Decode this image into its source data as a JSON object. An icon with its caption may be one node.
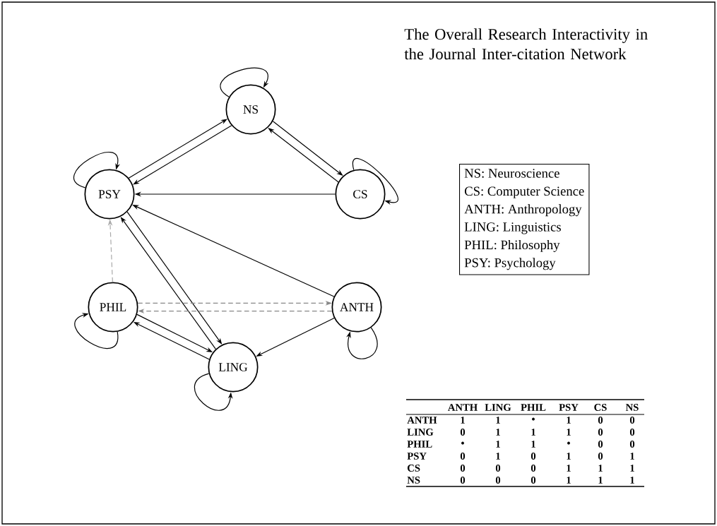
{
  "diagram": {
    "title": "The Overall Research Interactivity in the Journal Inter-citation Network",
    "nodes": [
      {
        "text": [
          "NS"
        ]
      },
      {
        "text": [
          "PSY"
        ]
      },
      {
        "text": [
          "CS"
        ]
      },
      {
        "text": [
          "PHIL"
        ]
      },
      {
        "text": [
          "ANTH"
        ]
      },
      {
        "text": [
          "LING"
        ]
      },
      {
        "text": [
          "NS: Neuroscience",
          "CS: Computer Science",
          "ANTH: Anthropology",
          "LING: Linguistics",
          "PHIL: Philosophy",
          "PSY: Psychology"
        ]
      }
    ],
    "edges": [
      {
        "from": 0,
        "to": 0,
        "arrow": "to"
      },
      {
        "from": 0,
        "to": 1,
        "arrow": "to"
      },
      {
        "from": 1,
        "to": 0,
        "arrow": "to"
      },
      {
        "from": 2,
        "to": 0,
        "arrow": "to"
      },
      {
        "from": 0,
        "to": 2,
        "arrow": "to"
      },
      {
        "from": 2,
        "to": 2,
        "arrow": "to"
      },
      {
        "from": 1,
        "to": 1,
        "arrow": "to"
      },
      {
        "from": 2,
        "to": 1,
        "arrow": "to"
      },
      {
        "from": 4,
        "to": 1,
        "arrow": "to"
      },
      {
        "from": 1,
        "to": 5,
        "arrow": "to"
      },
      {
        "from": 5,
        "to": 1,
        "arrow": "to"
      },
      {
        "from": 3,
        "to": 1,
        "arrow": "to",
        "style": "dashed",
        "color": "#aaaaaa"
      },
      {
        "from": 3,
        "to": 4,
        "arrow": "to",
        "style": "dashed",
        "color": "#888888"
      },
      {
        "from": 4,
        "to": 3,
        "arrow": "to",
        "style": "dashed",
        "color": "#888888"
      },
      {
        "from": 3,
        "to": 3,
        "arrow": "to"
      },
      {
        "from": 5,
        "to": 3,
        "arrow": "to"
      },
      {
        "from": 3,
        "to": 5,
        "arrow": "to"
      },
      {
        "from": 4,
        "to": 5,
        "arrow": "to"
      },
      {
        "from": 4,
        "to": 4,
        "arrow": "to"
      },
      {
        "from": 5,
        "to": 5,
        "arrow": "to"
      }
    ],
    "labels": [
      "ANTH",
      "LING",
      "PHIL",
      "PSY",
      "CS",
      "NS",
      "ANTH",
      "1",
      "1",
      "•",
      "1",
      "0",
      "0",
      "LING",
      "0",
      "1",
      "1",
      "1",
      "0",
      "0",
      "PHIL",
      "•",
      "1",
      "1",
      "•",
      "0",
      "0",
      "PSY",
      "0",
      "1",
      "0",
      "1",
      "0",
      "1",
      "CS",
      "0",
      "0",
      "0",
      "1",
      "1",
      "1",
      "NS",
      "0",
      "0",
      "0",
      "1",
      "1",
      "1"
    ]
  }
}
